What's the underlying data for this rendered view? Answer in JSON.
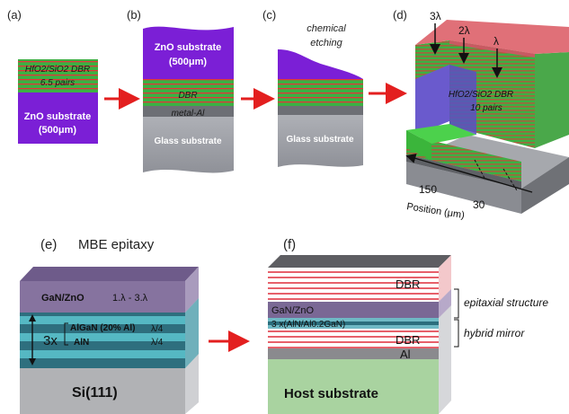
{
  "panel_a": {
    "label": "(a)",
    "dbr_line1": "HfO2/SiO2 DBR",
    "dbr_line2": "6.5 pairs",
    "sub_line1": "ZnO substrate",
    "sub_line2": "(500μm)"
  },
  "panel_b": {
    "label": "(b)",
    "zno_line1": "ZnO substrate",
    "zno_line2": "(500μm)",
    "dbr": "DBR",
    "metal": "metal-Al",
    "glass": "Glass substrate"
  },
  "panel_c": {
    "label": "(c)",
    "etch_line1": "chemical",
    "etch_line2": "etching",
    "glass": "Glass substrate"
  },
  "panel_d": {
    "label": "(d)",
    "lambda3": "3λ",
    "lambda2": "2λ",
    "lambda1": "λ",
    "dbr_line1": "HfO2/SiO2 DBR",
    "dbr_line2": "10 pairs",
    "tick_150": "150",
    "tick_30": "30",
    "axis_label": "Position (μm)"
  },
  "panel_e": {
    "label": "(e)",
    "title": "MBE epitaxy",
    "cavity": "GaN/ZnO",
    "cavity_thickness": "1.λ - 3.λ",
    "multiplier": "3x",
    "algan": "AlGaN (20% Al)",
    "aln": "AlN",
    "quarter1": "λ/4",
    "quarter2": "λ/4",
    "substrate": "Si(111)"
  },
  "panel_f": {
    "label": "(f)",
    "dbr_top": "DBR",
    "cavity": "GaN/ZnO",
    "mirror_stack": "3 x(AlN/Al0.2GaN)",
    "dbr_bottom": "DBR",
    "al": "Al",
    "host": "Host substrate",
    "epi_label": "epitaxial structure",
    "hybrid_label": "hybrid mirror"
  },
  "colors": {
    "purple": "#7b1fd6",
    "green": "#39b54a",
    "red_stripe": "#e8242a",
    "arrow_red": "#e31f1f",
    "glass": "#9fa1a8",
    "pink": "#e8737a",
    "host_green": "#a9d3a0"
  }
}
